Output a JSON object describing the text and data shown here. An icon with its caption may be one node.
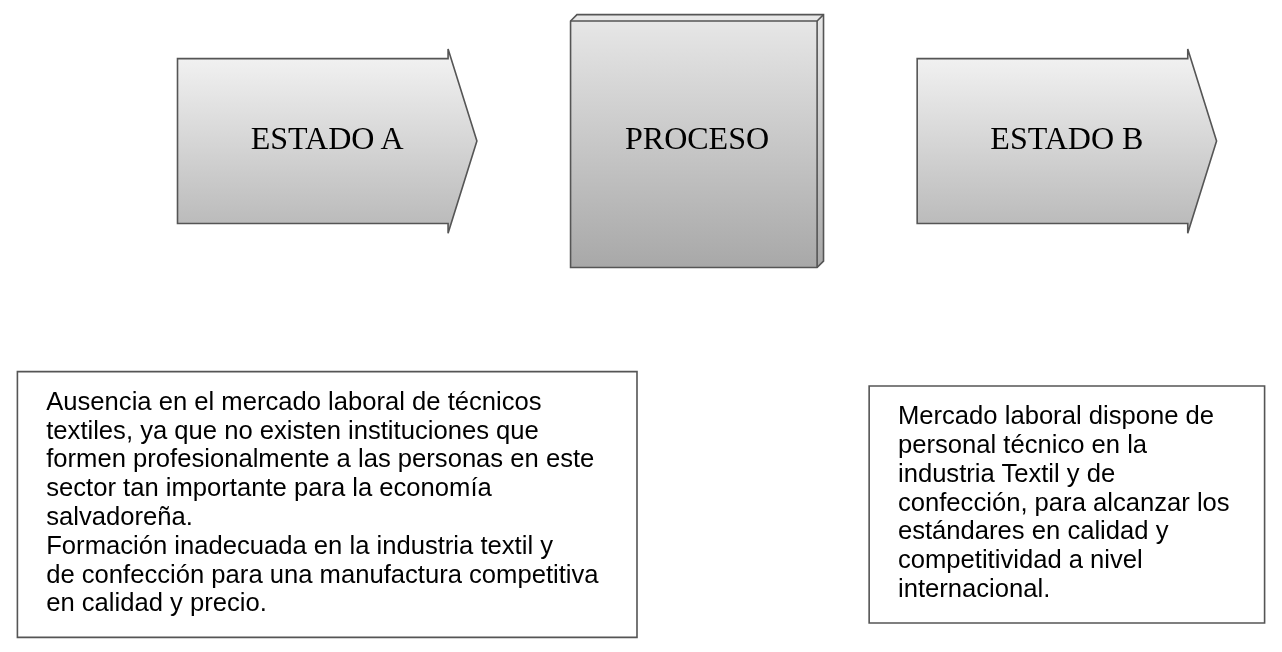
{
  "diagram": {
    "nodes": [
      {
        "text": [
          "ESTADO A"
        ]
      },
      {
        "text": [
          "PROCESO"
        ]
      },
      {
        "text": [
          "ESTADO B"
        ]
      },
      {
        "text": [
          "Ausencia en el mercado laboral de técnicos textiles, ya que no existen instituciones que formen profesionalmente a las personas en este sector tan importante para la economía salvadoreña.",
          "Formación inadecuada en la industria textil y de confección para una manufactura competitiva en calidad y precio."
        ]
      },
      {
        "text": [
          "Mercado laboral dispone de personal técnico en la industria Textil y de confección, para alcanzar los estándares en calidad y competitividad a nivel internacional."
        ]
      }
    ]
  }
}
